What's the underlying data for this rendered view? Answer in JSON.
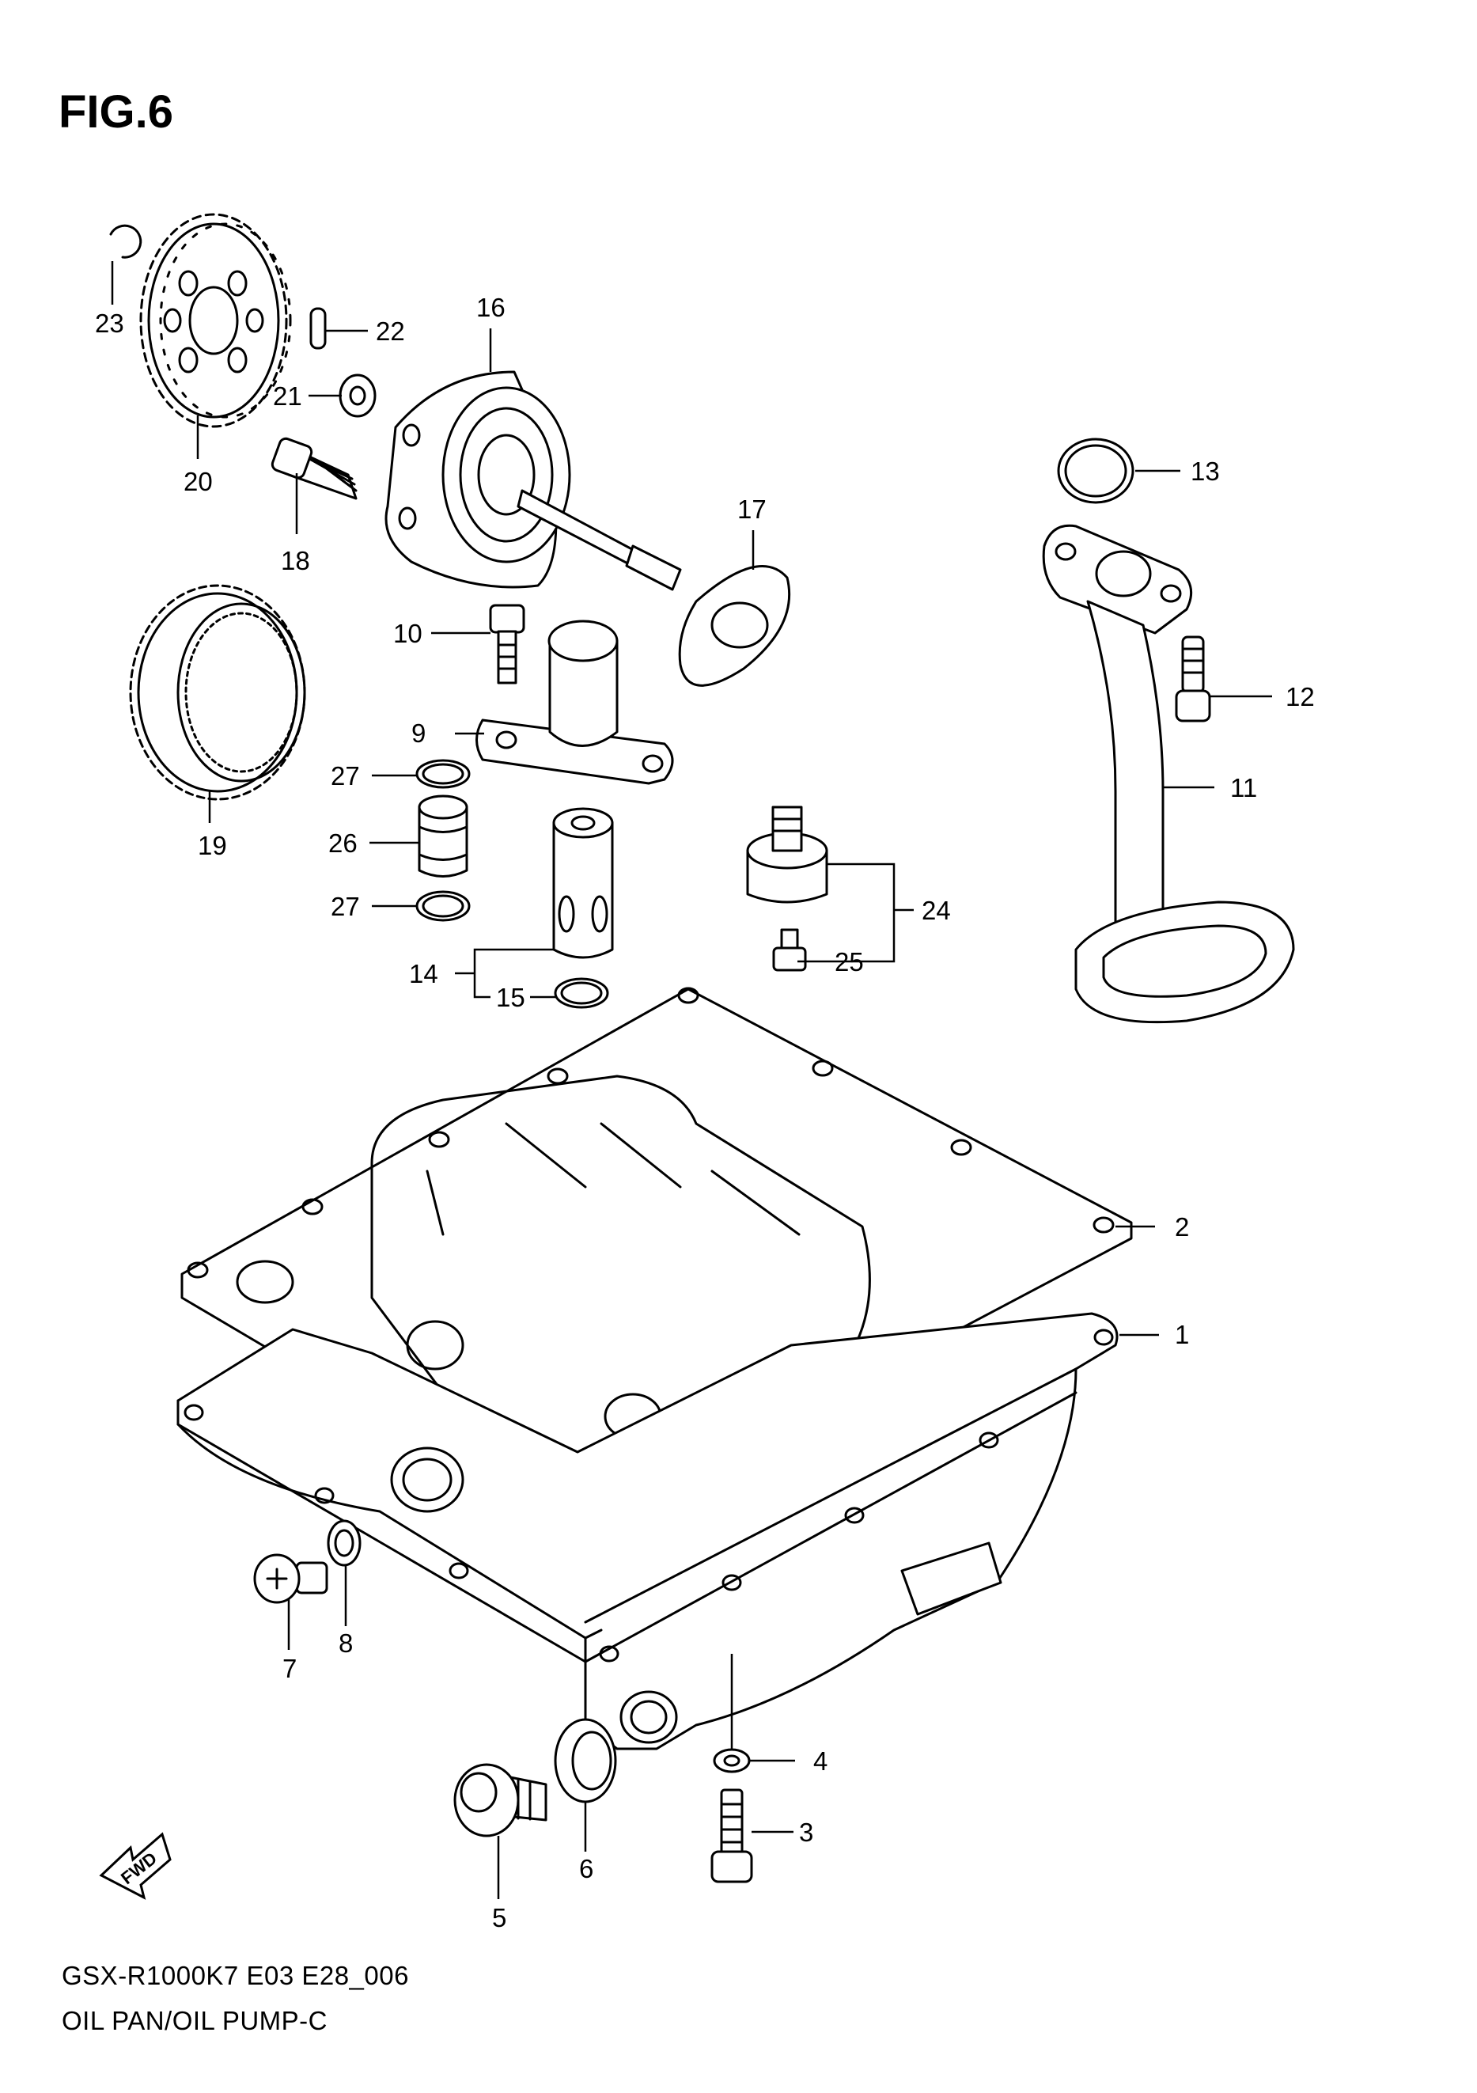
{
  "figure": {
    "title": "FIG.6"
  },
  "footer": {
    "model_code": "GSX-R1000K7 E03 E28_006",
    "diagram_name": "OIL PAN/OIL PUMP-C"
  },
  "fwd_badge": "FWD",
  "callouts": {
    "c1": "1",
    "c2": "2",
    "c3": "3",
    "c4": "4",
    "c5": "5",
    "c6": "6",
    "c7": "7",
    "c8": "8",
    "c9": "9",
    "c10": "10",
    "c11": "11",
    "c12": "12",
    "c13": "13",
    "c14": "14",
    "c15": "15",
    "c16": "16",
    "c17": "17",
    "c18": "18",
    "c19": "19",
    "c20": "20",
    "c21": "21",
    "c22": "22",
    "c23": "23",
    "c24": "24",
    "c25": "25",
    "c26": "26",
    "c27a": "27",
    "c27b": "27"
  }
}
